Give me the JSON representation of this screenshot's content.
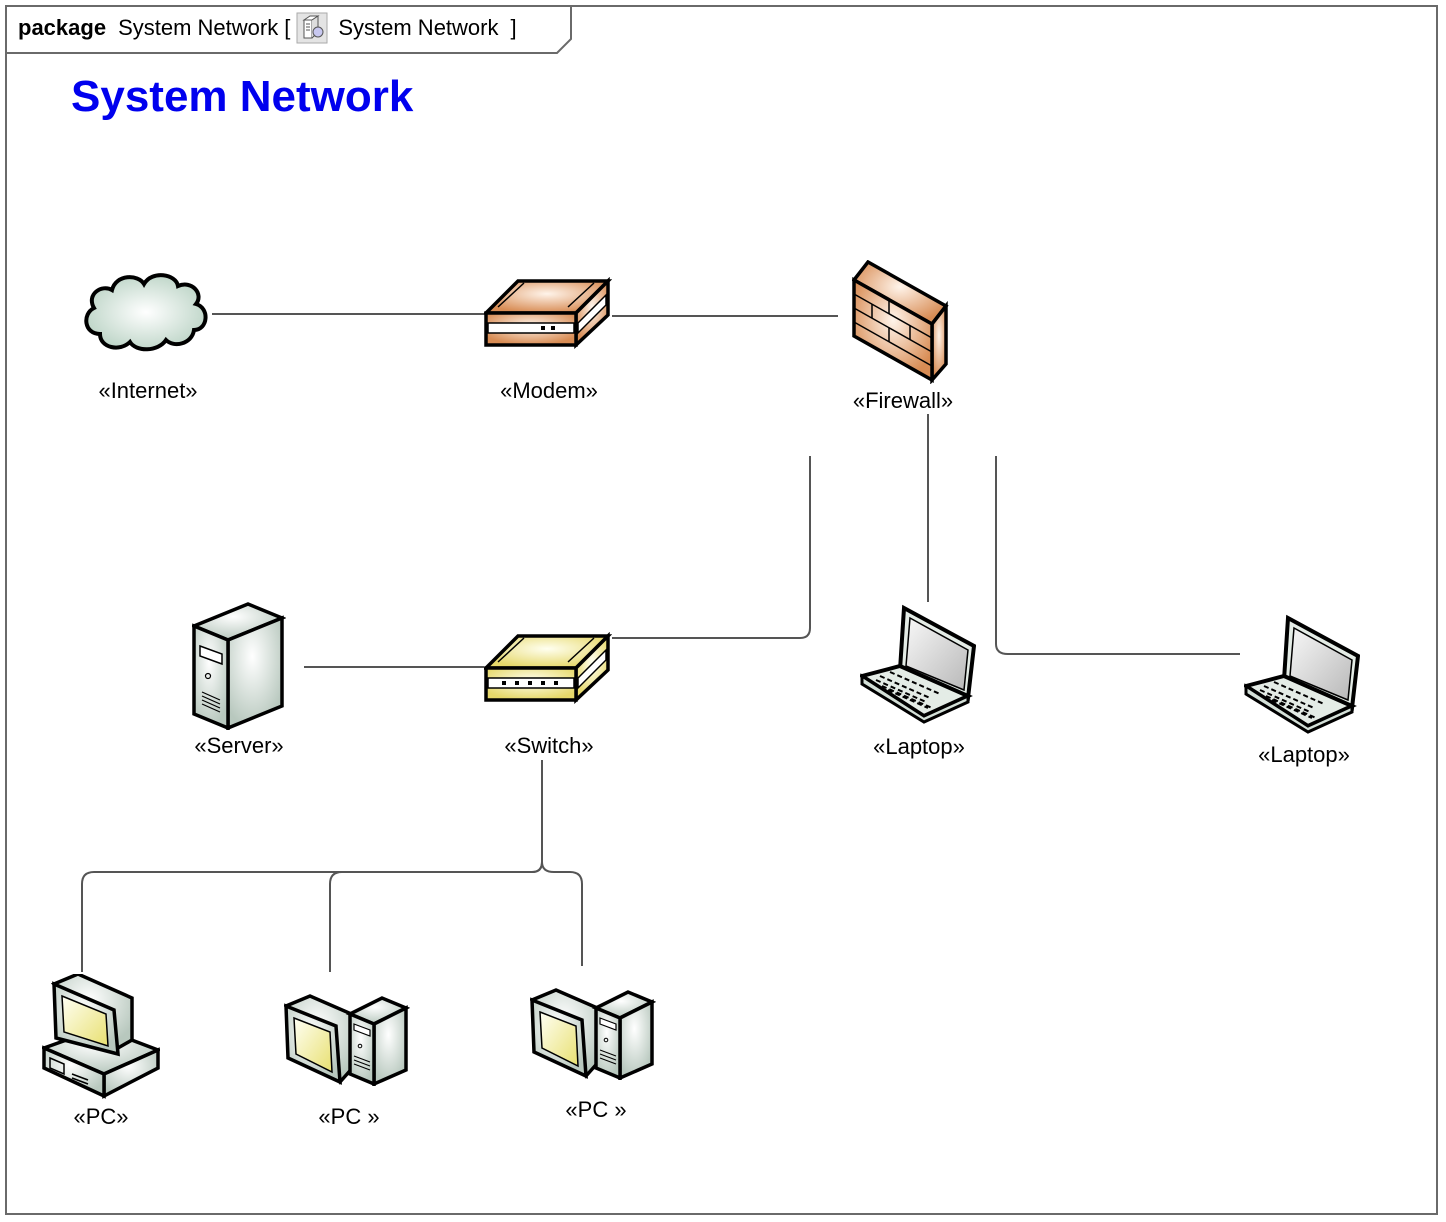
{
  "header": {
    "keyword": "package",
    "name": "System Network",
    "open_bracket": "[",
    "diagram_icon": "package-diagram-icon",
    "diagram_name": "System Network",
    "close_bracket": "]"
  },
  "diagram": {
    "title": "System Network",
    "title_color": "#0000ee",
    "nodes": [
      {
        "id": "internet",
        "label": "«Internet»",
        "icon": "cloud-icon"
      },
      {
        "id": "modem",
        "label": "«Modem»",
        "icon": "modem-icon"
      },
      {
        "id": "firewall",
        "label": "«Firewall»",
        "icon": "firewall-icon"
      },
      {
        "id": "server",
        "label": "«Server»",
        "icon": "server-icon"
      },
      {
        "id": "switch",
        "label": "«Switch»",
        "icon": "switch-icon"
      },
      {
        "id": "laptop1",
        "label": "«Laptop»",
        "icon": "laptop-icon"
      },
      {
        "id": "laptop2",
        "label": "«Laptop»",
        "icon": "laptop-icon"
      },
      {
        "id": "pc1",
        "label": "«PC»",
        "icon": "desktop-pc-icon"
      },
      {
        "id": "pc2",
        "label": "«PC »",
        "icon": "tower-pc-icon"
      },
      {
        "id": "pc3",
        "label": "«PC »",
        "icon": "tower-pc-icon"
      }
    ],
    "connections": [
      {
        "from": "internet",
        "to": "modem"
      },
      {
        "from": "modem",
        "to": "firewall"
      },
      {
        "from": "firewall",
        "to": "switch"
      },
      {
        "from": "firewall",
        "to": "laptop1"
      },
      {
        "from": "firewall",
        "to": "laptop2"
      },
      {
        "from": "server",
        "to": "switch"
      },
      {
        "from": "switch",
        "to": "pc1"
      },
      {
        "from": "switch",
        "to": "pc2"
      },
      {
        "from": "switch",
        "to": "pc3"
      }
    ],
    "colors": {
      "line": "#555555",
      "modem_fill": "#e0a070",
      "firewall_fill": "#e8a878",
      "switch_fill": "#f0e890",
      "device_fill": "#dfe9e2",
      "screen_fill": "#f4f0a0",
      "cloud_fill": "#dfeae4"
    }
  }
}
